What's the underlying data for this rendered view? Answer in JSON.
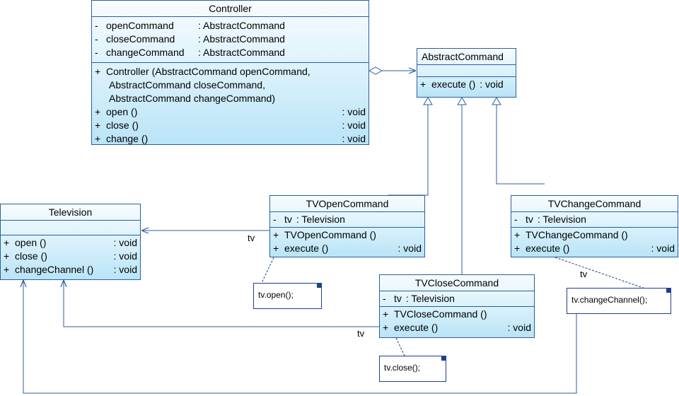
{
  "controller": {
    "name": "Controller",
    "attributes": [
      {
        "vis": "-",
        "name": "openCommand",
        "type": ": AbstractCommand"
      },
      {
        "vis": "-",
        "name": "closeCommand",
        "type": ": AbstractCommand"
      },
      {
        "vis": "-",
        "name": "changeCommand",
        "type": ": AbstractCommand"
      }
    ],
    "ctor_lines": [
      "Controller (AbstractCommand openCommand,",
      "AbstractCommand closeCommand,",
      "AbstractCommand changeCommand)"
    ],
    "ctor_vis": "+",
    "methods": [
      {
        "vis": "+",
        "name": "open ()",
        "type": ": void"
      },
      {
        "vis": "+",
        "name": "close ()",
        "type": ": void"
      },
      {
        "vis": "+",
        "name": "change ()",
        "type": ": void"
      }
    ]
  },
  "abstract_command": {
    "name": "AbstractCommand",
    "methods": [
      {
        "vis": "+",
        "name": "execute ()",
        "type": ": void"
      }
    ]
  },
  "television": {
    "name": "Television",
    "methods": [
      {
        "vis": "+",
        "name": "open ()",
        "type": ": void"
      },
      {
        "vis": "+",
        "name": "close ()",
        "type": ": void"
      },
      {
        "vis": "+",
        "name": "changeChannel ()",
        "type": ": void"
      }
    ]
  },
  "tv_open": {
    "name": "TVOpenCommand",
    "attributes": [
      {
        "vis": "-",
        "name": "tv",
        "type": ": Television"
      }
    ],
    "methods": [
      {
        "vis": "+",
        "name": "TVOpenCommand ()",
        "type": ""
      },
      {
        "vis": "+",
        "name": "execute ()",
        "type": ": void"
      }
    ]
  },
  "tv_close": {
    "name": "TVCloseCommand",
    "attributes": [
      {
        "vis": "-",
        "name": "tv",
        "type": ": Television"
      }
    ],
    "methods": [
      {
        "vis": "+",
        "name": "TVCloseCommand ()",
        "type": ""
      },
      {
        "vis": "+",
        "name": "execute ()",
        "type": ": void"
      }
    ]
  },
  "tv_change": {
    "name": "TVChangeCommand",
    "attributes": [
      {
        "vis": "-",
        "name": "tv",
        "type": ": Television"
      }
    ],
    "methods": [
      {
        "vis": "+",
        "name": "TVChangeCommand ()",
        "type": ""
      },
      {
        "vis": "+",
        "name": "execute ()",
        "type": ": void"
      }
    ]
  },
  "notes": {
    "open": "tv.open();",
    "close": "tv.close();",
    "change": "tv.changeChannel();"
  },
  "labels": {
    "tv_open_assoc": "tv",
    "tv_close_assoc": "tv",
    "tv_change_assoc": "tv"
  },
  "colors": {
    "line": "#2b5fa0",
    "class_fill": "#c9ecfa",
    "note_border": "#1f3f8f"
  }
}
